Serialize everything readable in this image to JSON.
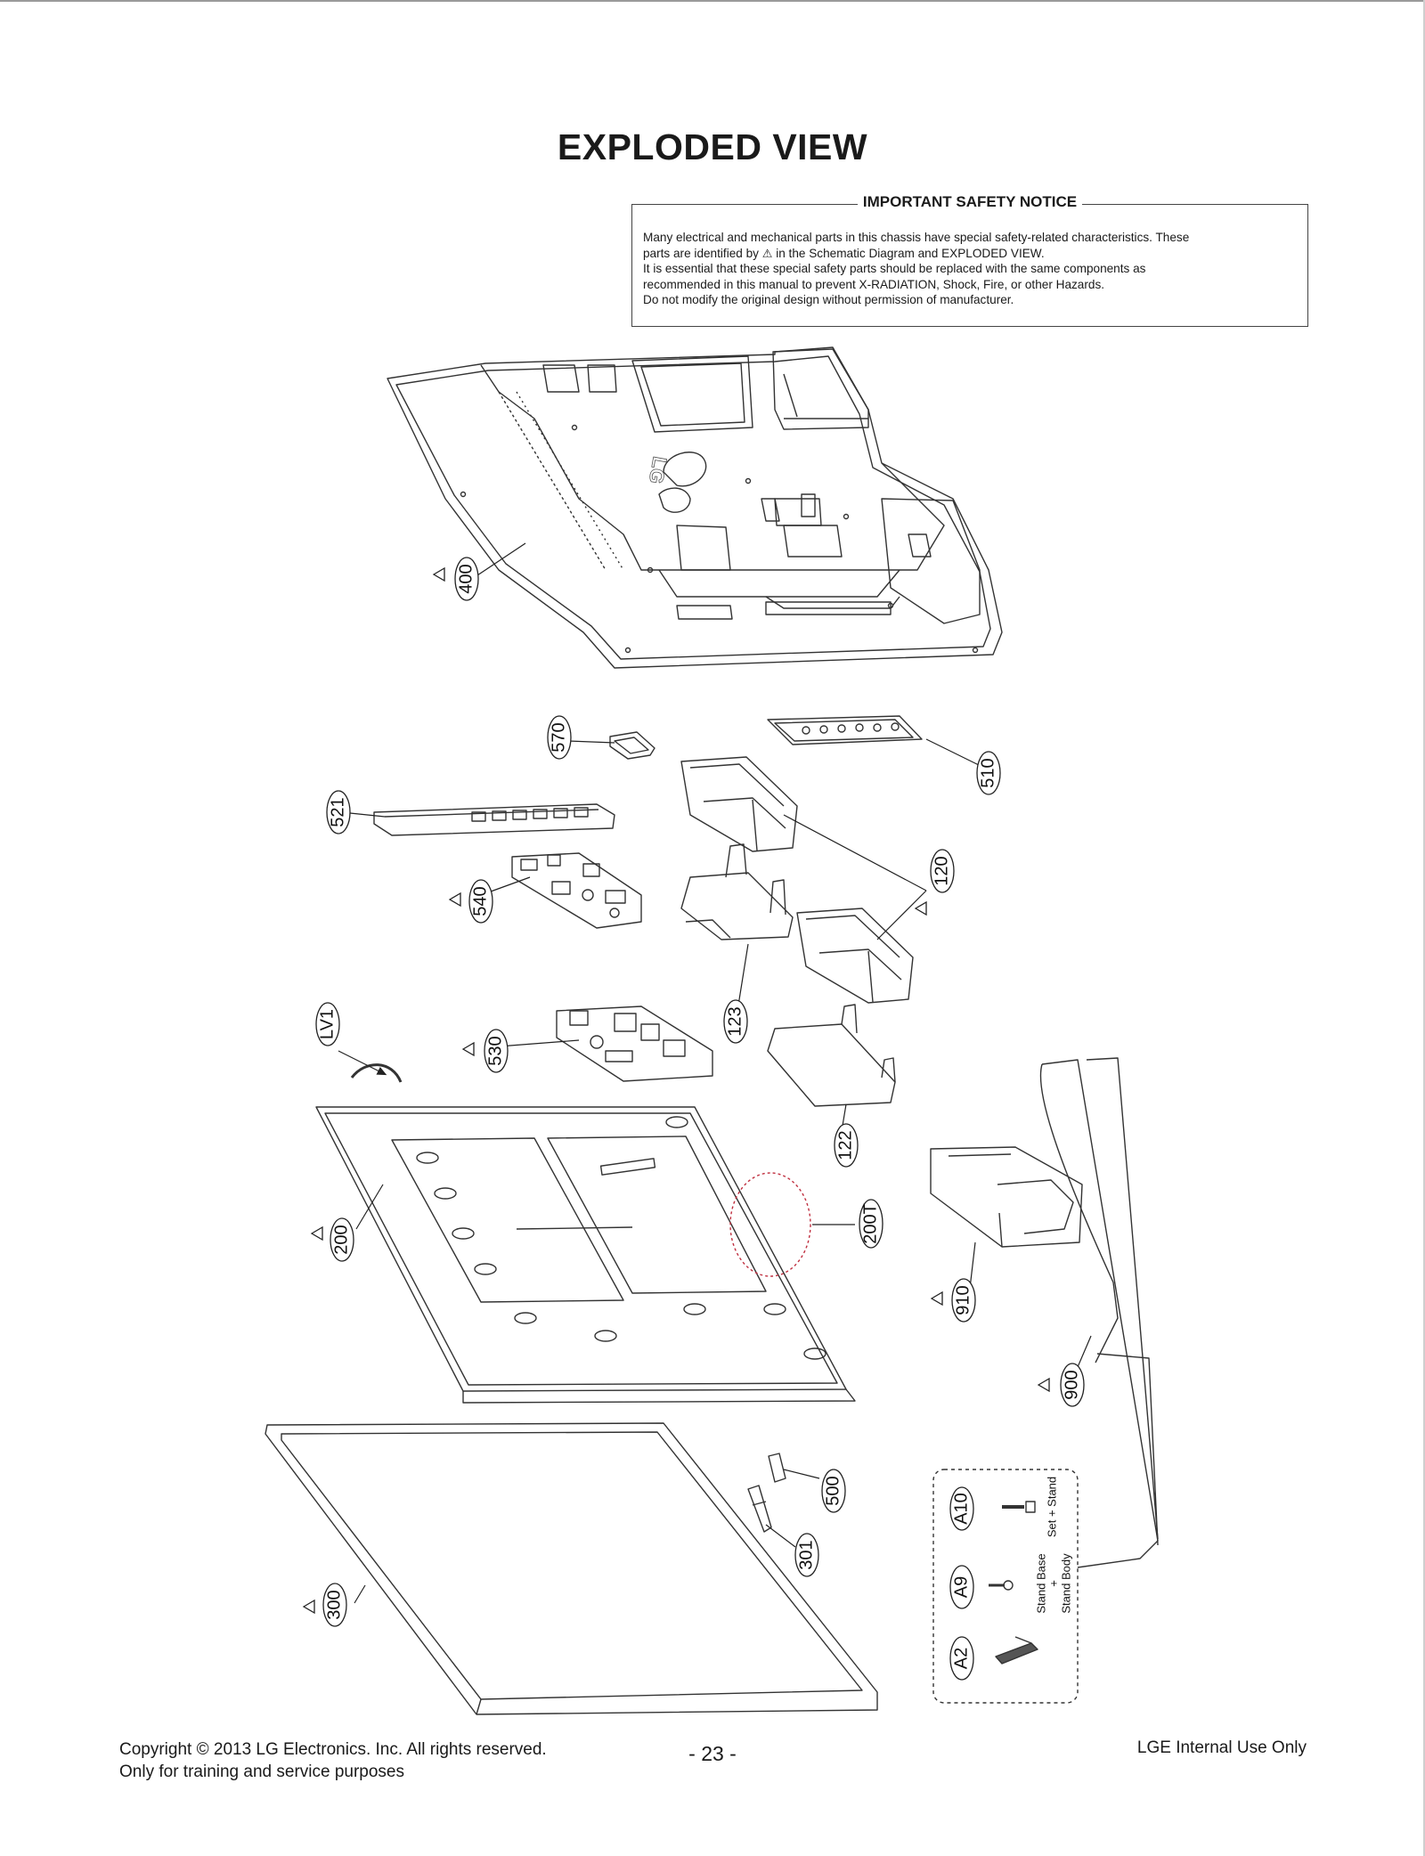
{
  "page": {
    "title": "EXPLODED VIEW",
    "page_number": "- 23 -",
    "copyright_line1": "Copyright  © 2013 LG Electronics. Inc. All rights reserved.",
    "copyright_line2": "Only for training and service purposes",
    "internal": "LGE Internal Use Only"
  },
  "notice": {
    "title": "IMPORTANT SAFETY NOTICE",
    "line1": "Many electrical and mechanical parts in this chassis have special safety-related characteristics. These",
    "line2_a": "parts are identified by",
    "line2_b": "in the Schematic Diagram and EXPLODED VIEW.",
    "line3": "It is essential that these special safety parts should be replaced with the same components as",
    "line4": "recommended in this manual to prevent X-RADIATION, Shock, Fire, or other Hazards.",
    "line5": "Do not modify the original design without permission of manufacturer."
  },
  "parts": {
    "p400": "400",
    "p570": "570",
    "p510": "510",
    "p521": "521",
    "p540": "540",
    "p120": "120",
    "p123": "123",
    "p530": "530",
    "pLV1": "LV1",
    "p122": "122",
    "p200": "200",
    "p200T": "200T",
    "p910": "910",
    "p900": "900",
    "p500": "500",
    "p301": "301",
    "p300": "300",
    "pA10": "A10",
    "pA9": "A9",
    "pA2": "A2"
  },
  "accessories": {
    "set_stand": "Set + Stand",
    "stand_base": "Stand Base",
    "plus": "+",
    "stand_body": "Stand Body"
  },
  "logo": "LG"
}
